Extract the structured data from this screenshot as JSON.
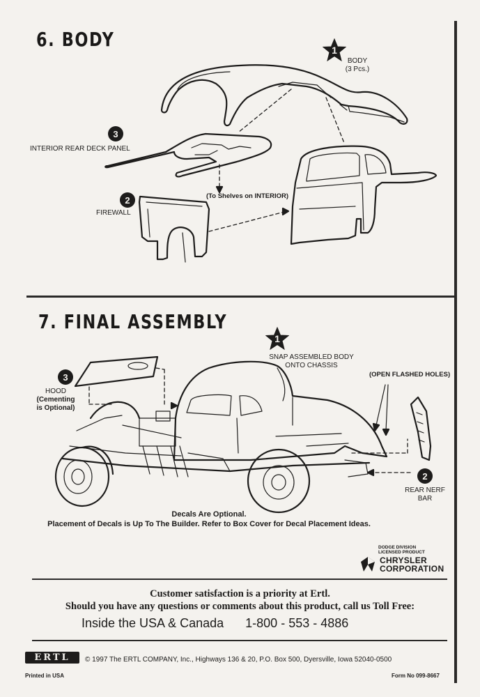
{
  "step6": {
    "title": "6. BODY",
    "callouts": {
      "body_number": "1",
      "body_label": "BODY",
      "body_pieces": "(3 Pcs.)",
      "deck_number": "3",
      "deck_label": "INTERIOR REAR DECK PANEL",
      "firewall_number": "2",
      "firewall_label": "FIREWALL",
      "shelves_note": "(To Shelves on INTERIOR)"
    }
  },
  "step7": {
    "title": "7. FINAL ASSEMBLY",
    "callouts": {
      "snap_number": "1",
      "snap_line1": "SNAP ASSEMBLED BODY",
      "snap_line2": "ONTO CHASSIS",
      "hood_number": "3",
      "hood_label": "HOOD",
      "hood_note1": "(Cementing",
      "hood_note2": "is Optional)",
      "holes_note": "(OPEN FLASHED HOLES)",
      "nerf_number": "2",
      "nerf_line1": "REAR NERF",
      "nerf_line2": "BAR"
    },
    "decals_line1": "Decals Are Optional.",
    "decals_line2": "Placement of Decals is Up To The Builder.  Refer to Box Cover for Decal Placement Ideas."
  },
  "license": {
    "line1": "DODGE DIVISION",
    "line2": "LICENSED PRODUCT",
    "brand1": "CHRYSLER",
    "brand2": "CORPORATION"
  },
  "contact": {
    "line1": "Customer satisfaction is a priority at Ertl.",
    "line2": "Should you have any questions or comments about this product, call us Toll Free:",
    "region": "Inside the USA &  Canada",
    "phone": "1-800 - 553 - 4886"
  },
  "footer": {
    "logo": "ERTL",
    "copyright": "© 1997  The ERTL COMPANY, Inc.,   Highways 136 & 20,   P.O. Box 500,   Dyersville, Iowa  52040-0500",
    "printed": "Printed in USA",
    "form_no": "Form No 099-8667"
  }
}
